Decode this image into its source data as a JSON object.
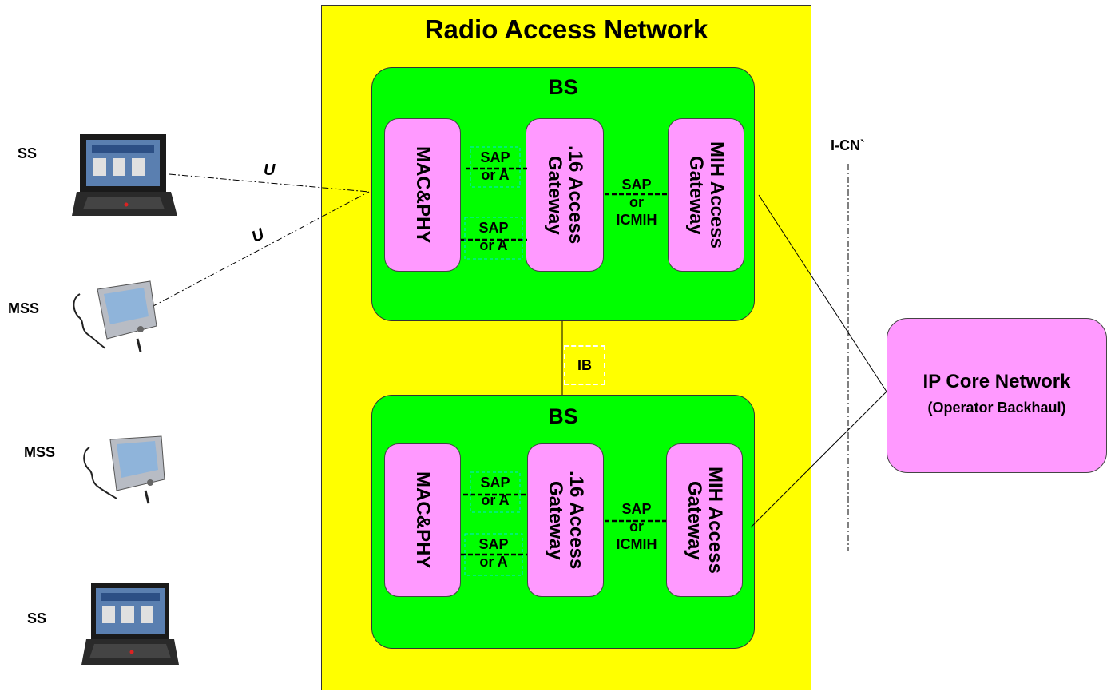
{
  "diagram": {
    "ran_title": "Radio Access Network",
    "bs_top": {
      "label": "BS",
      "mac": "MAC&PHY",
      "gateway16": ".16 Access\nGateway",
      "mih": "MIH Access\nGateway",
      "sap_a_upper": "SAP\nor A",
      "sap_a_lower": "SAP\nor A",
      "sap_icmih": "SAP\nor\nICMIH"
    },
    "bs_bottom": {
      "label": "BS",
      "mac": "MAC&PHY",
      "gateway16": ".16 Access\nGateway",
      "mih": "MIH Access\nGateway",
      "sap_a_upper": "SAP\nor A",
      "sap_a_lower": "SAP\nor A",
      "sap_icmih": "SAP\nor\nICMIH"
    },
    "ib_label": "IB",
    "icn_label": "I-CN`",
    "ip_core_title": "IP Core Network",
    "ip_core_sub": "(Operator Backhaul)",
    "u_label_1": "U",
    "u_label_2": "U",
    "devices": [
      {
        "label": "SS",
        "icon": "laptop-icon"
      },
      {
        "label": "MSS",
        "icon": "pda-icon"
      },
      {
        "label": "MSS",
        "icon": "pda-icon"
      },
      {
        "label": "SS",
        "icon": "laptop-icon"
      }
    ],
    "colors": {
      "ran": "#ffff00",
      "bs": "#00ff00",
      "module": "#ff99ff",
      "line": "#000000"
    }
  }
}
